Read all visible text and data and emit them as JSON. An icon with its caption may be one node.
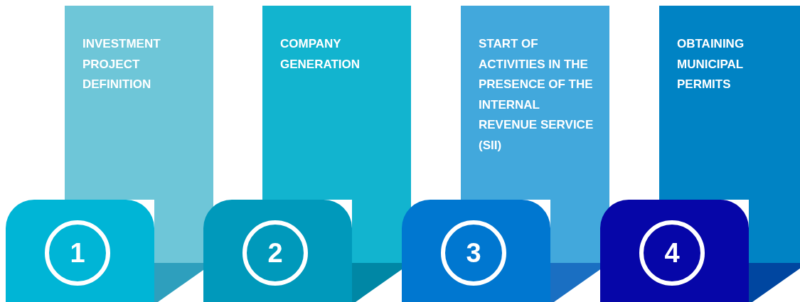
{
  "diagram": {
    "nodes": [
      {
        "text": [
          "INVESTMENT PROJECT DEFINITION"
        ]
      },
      {
        "text": [],
        "shape": "box"
      },
      {
        "text": [
          "1"
        ],
        "in": 1
      },
      {
        "text": [
          "COMPANY GENERATION"
        ]
      },
      {
        "text": [],
        "shape": "box"
      },
      {
        "text": [
          "2"
        ],
        "in": 4
      },
      {
        "text": [
          "START OF ACTIVITIES IN THE PRESENCE OF THE INTERNAL REVENUE SERVICE (SII)"
        ]
      },
      {
        "text": [],
        "shape": "box"
      },
      {
        "text": [
          "3"
        ],
        "in": 7
      },
      {
        "text": [
          "OBTAINING MUNICIPAL PERMITS"
        ]
      },
      {
        "text": [],
        "shape": "box"
      },
      {
        "text": [
          "4"
        ],
        "in": 10
      }
    ]
  }
}
